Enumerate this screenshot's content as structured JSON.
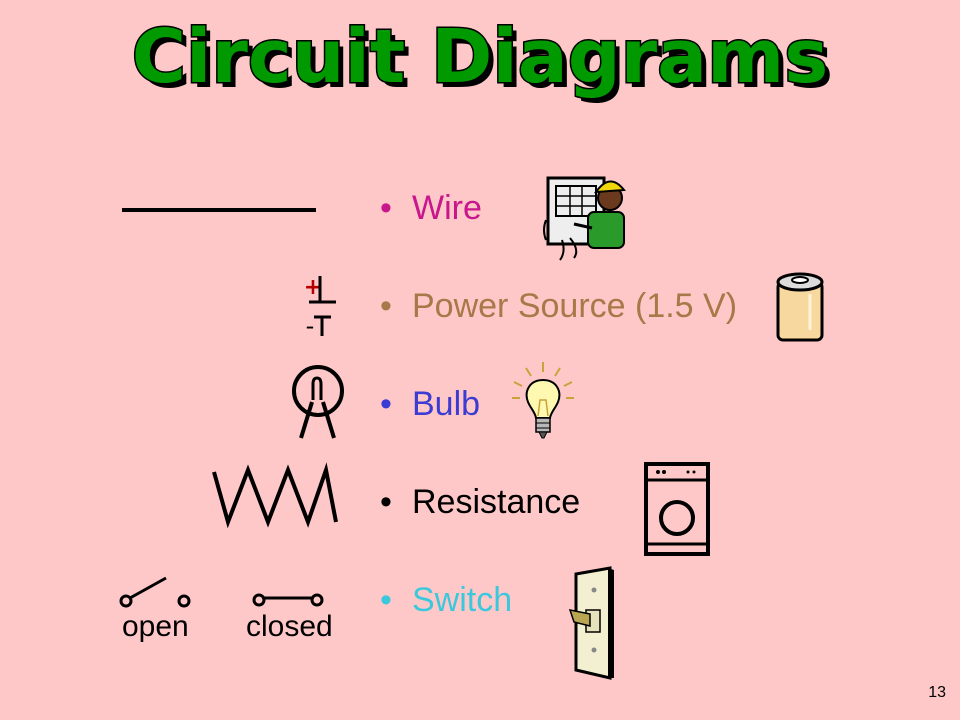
{
  "slide": {
    "title": "Circuit Diagrams",
    "items": [
      {
        "label": "Wire",
        "color": "#c8168c"
      },
      {
        "label": "Power Source (1.5 V)",
        "color": "#a87848"
      },
      {
        "label": "Bulb",
        "color": "#3c3cd2"
      },
      {
        "label": "Resistance",
        "color": "#000000"
      },
      {
        "label": "Switch",
        "color": "#3cc8dc"
      }
    ],
    "switch_open_label": "open",
    "switch_closed_label": "closed",
    "battery_plus": "+",
    "battery_minus": "-",
    "slide_number": "13",
    "title_color": "#009a00",
    "background_color": "#ffc8c8"
  }
}
